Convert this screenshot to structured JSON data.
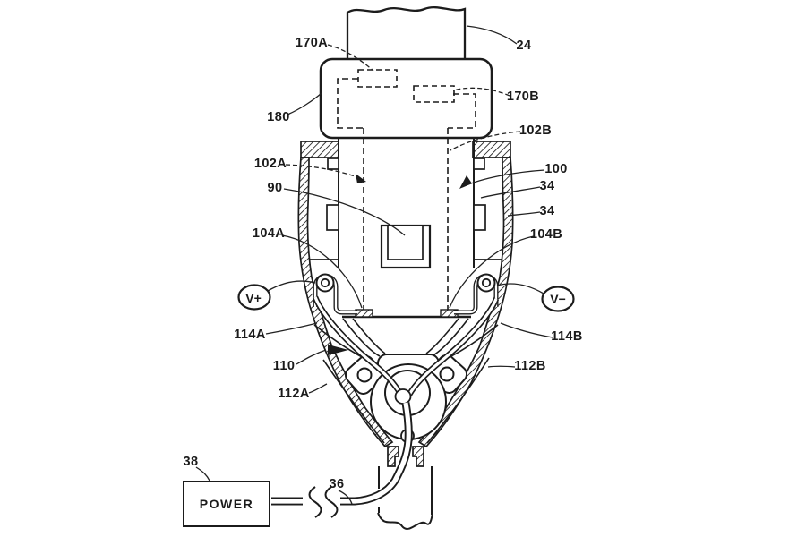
{
  "figure": {
    "refs": {
      "r24": "24",
      "r34a": "34",
      "r34b": "34",
      "r36": "36",
      "r38": "38",
      "r90": "90",
      "r100": "100",
      "r102A": "102A",
      "r102B": "102B",
      "r104A": "104A",
      "r104B": "104B",
      "r110": "110",
      "r112A": "112A",
      "r112B": "112B",
      "r114A": "114A",
      "r114B": "114B",
      "r170A": "170A",
      "r170B": "170B",
      "r180": "180"
    },
    "terminals": {
      "positive": "V+",
      "negative": "V−"
    },
    "power_box": {
      "label": "POWER"
    },
    "line_color": "#1c1c1c",
    "background": "#ffffff"
  }
}
